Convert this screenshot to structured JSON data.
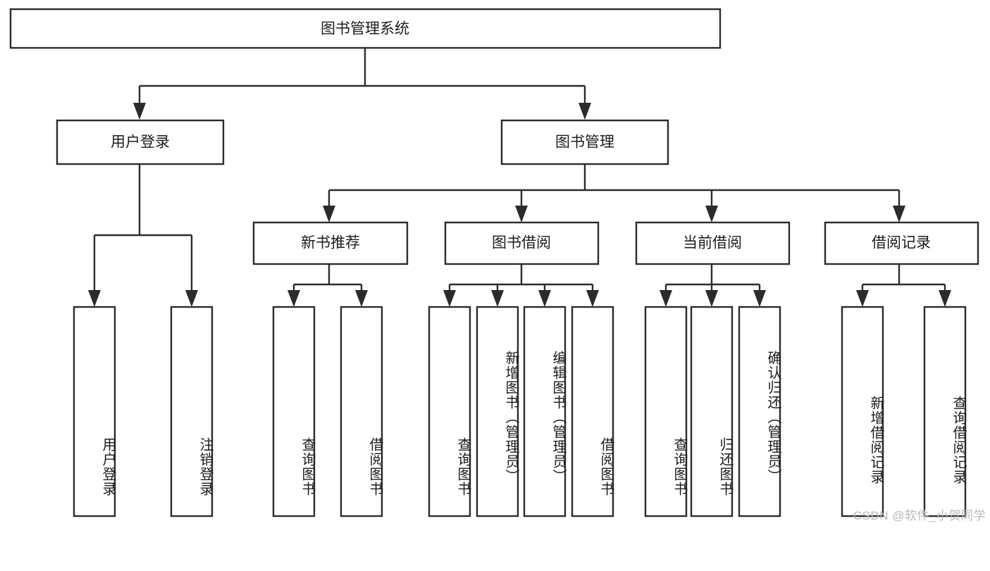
{
  "diagram": {
    "type": "tree-hierarchy",
    "title": "图书管理系统",
    "root": {
      "id": "root",
      "label": "图书管理系统"
    },
    "level1": [
      {
        "id": "user-login",
        "label": "用户登录"
      },
      {
        "id": "book-manage",
        "label": "图书管理"
      }
    ],
    "level2": [
      {
        "id": "new-book-recommend",
        "label": "新书推荐",
        "parent": "book-manage"
      },
      {
        "id": "book-borrow",
        "label": "图书借阅",
        "parent": "book-manage"
      },
      {
        "id": "current-borrow",
        "label": "当前借阅",
        "parent": "book-manage"
      },
      {
        "id": "borrow-record",
        "label": "借阅记录",
        "parent": "book-manage"
      }
    ],
    "leaves": [
      {
        "id": "leaf-user-login",
        "label": "用户登录",
        "parent": "user-login"
      },
      {
        "id": "leaf-logout",
        "label": "注销登录",
        "parent": "user-login"
      },
      {
        "id": "leaf-query-book-1",
        "label": "查询图书",
        "parent": "new-book-recommend"
      },
      {
        "id": "leaf-borrow-book-1",
        "label": "借阅图书",
        "parent": "new-book-recommend"
      },
      {
        "id": "leaf-query-book-2",
        "label": "查询图书",
        "parent": "book-borrow"
      },
      {
        "id": "leaf-add-book",
        "label": "新增图书（管理员）",
        "parent": "book-borrow"
      },
      {
        "id": "leaf-edit-book",
        "label": "编辑图书（管理员）",
        "parent": "book-borrow"
      },
      {
        "id": "leaf-borrow-book-2",
        "label": "借阅图书",
        "parent": "book-borrow"
      },
      {
        "id": "leaf-query-book-3",
        "label": "查询图书",
        "parent": "current-borrow"
      },
      {
        "id": "leaf-return-book",
        "label": "归还图书",
        "parent": "current-borrow"
      },
      {
        "id": "leaf-confirm-return",
        "label": "确认归还（管理员）",
        "parent": "current-borrow"
      },
      {
        "id": "leaf-add-record",
        "label": "新增借阅记录",
        "parent": "borrow-record"
      },
      {
        "id": "leaf-query-record",
        "label": "查询借阅记录",
        "parent": "borrow-record"
      }
    ],
    "colors": {
      "stroke": "#2b2b2b",
      "box_fill": "#ffffff",
      "text": "#1c1c1c",
      "background": "#ffffff",
      "watermark": "#b9b9b9"
    }
  },
  "watermark": {
    "text": "CSDN @软件_小贺同学"
  }
}
